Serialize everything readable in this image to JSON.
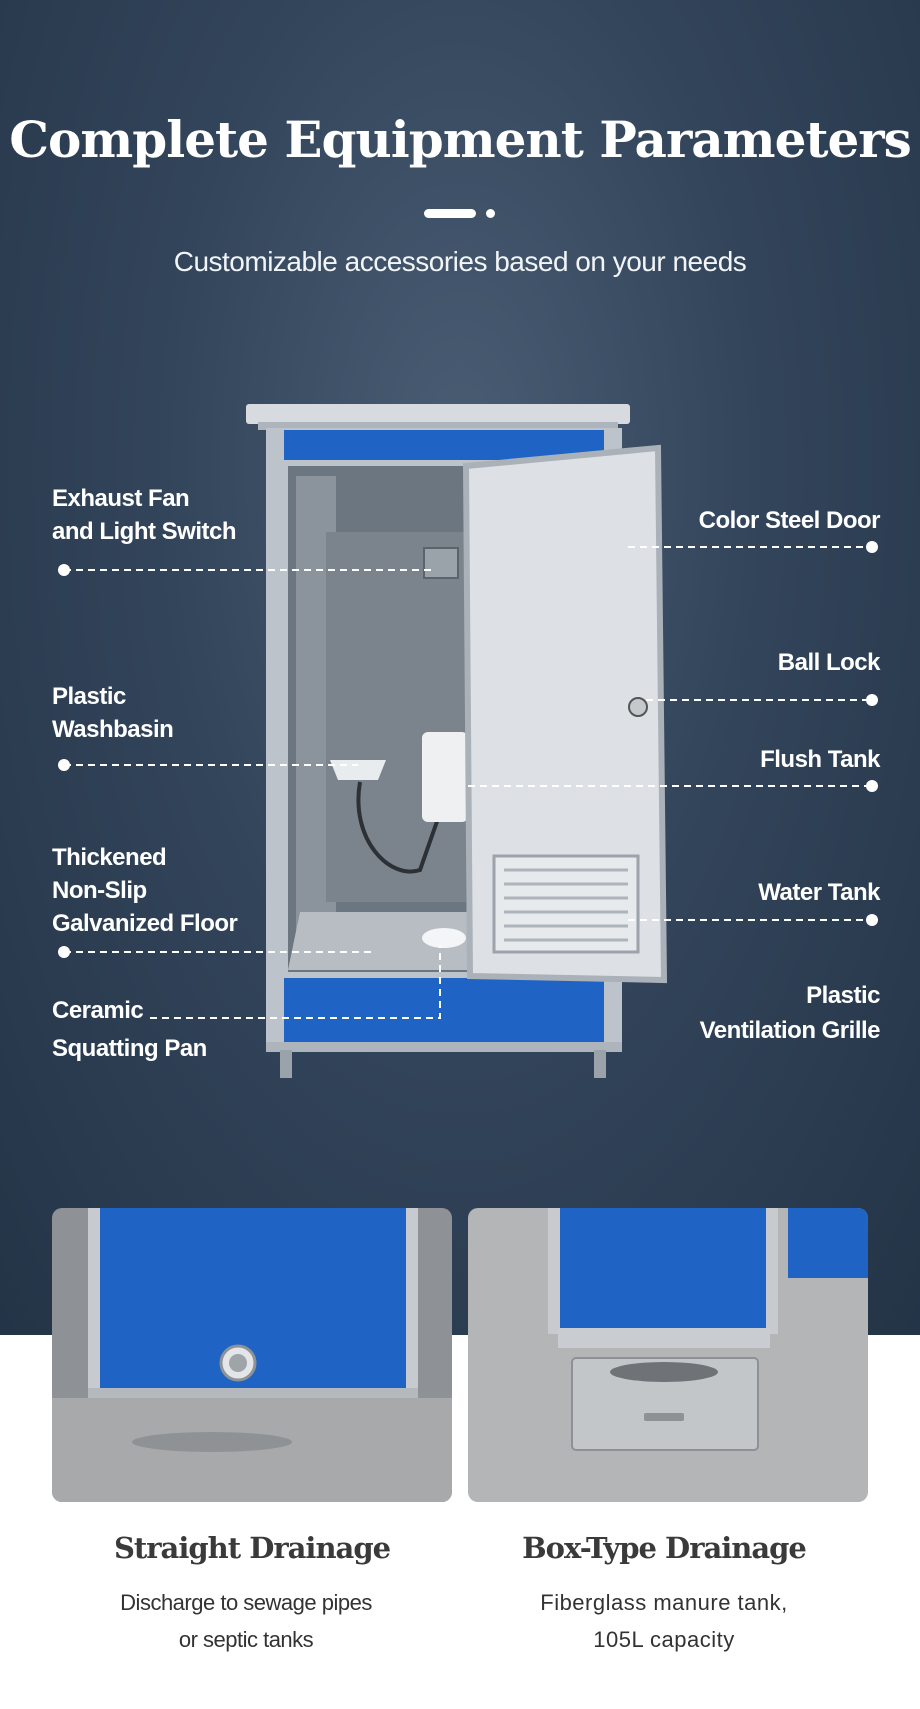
{
  "header": {
    "title": "Complete Equipment Parameters",
    "subtitle": "Customizable accessories based on your needs"
  },
  "labels": {
    "exhaust_fan": [
      "Exhaust Fan",
      "and Light Switch"
    ],
    "washbasin": [
      "Plastic",
      "Washbasin"
    ],
    "floor": [
      "Thickened",
      "Non-Slip",
      "Galvanized Floor"
    ],
    "squatting_pan": [
      "Ceramic",
      "Squatting Pan"
    ],
    "door": "Color Steel Door",
    "ball_lock": "Ball Lock",
    "flush_tank": "Flush Tank",
    "water_tank": "Water Tank",
    "grille": [
      "Plastic",
      "Ventilation Grille"
    ]
  },
  "drainage": [
    {
      "title": "Straight Drainage",
      "desc": [
        "Discharge to sewage pipes",
        "or septic tanks"
      ]
    },
    {
      "title": "Box-Type Drainage",
      "desc": [
        "Fiberglass manure tank,",
        "105L capacity"
      ]
    }
  ],
  "colors": {
    "panel_blue": "#1f63c4",
    "background": "#33455b",
    "frame": "#c9ced4"
  }
}
